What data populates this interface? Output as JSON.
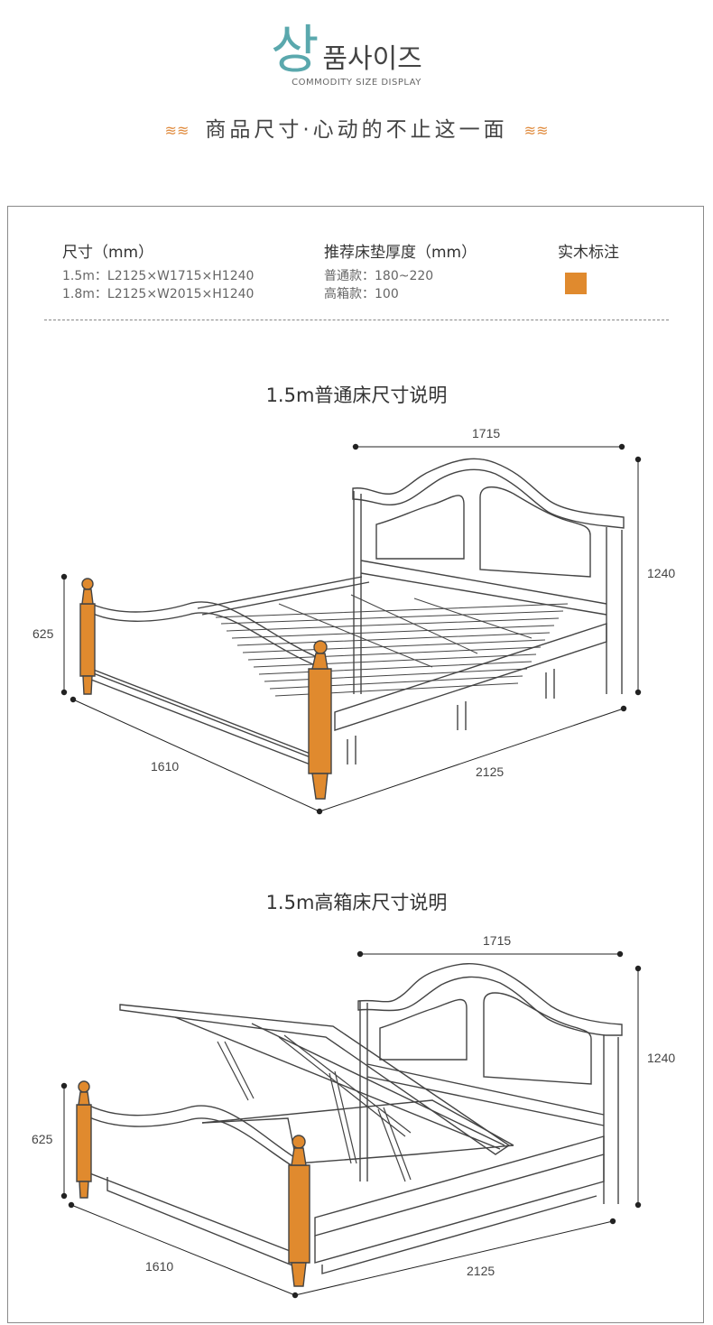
{
  "header": {
    "korean_big": "상",
    "korean_rest": "품사이즈",
    "subtitle": "COMMODITY SIZE DISPLAY",
    "tagline": "商品尺寸·心动的不止这一面"
  },
  "specs": {
    "size": {
      "title": "尺寸（mm）",
      "lines": [
        "1.5m：L2125×W1715×H1240",
        "1.8m：L2125×W2015×H1240"
      ]
    },
    "mattress": {
      "title": "推荐床垫厚度（mm）",
      "lines": [
        "普通款：180~220",
        "高箱款：100"
      ]
    },
    "wood": {
      "title": "实木标注",
      "color": "#e08a2e"
    }
  },
  "diagram1": {
    "title": "1.5m普通床尺寸说明",
    "dims": {
      "width": "1715",
      "height": "1240",
      "foot_height": "625",
      "depth": "1610",
      "length": "2125"
    }
  },
  "diagram2": {
    "title": "1.5m高箱床尺寸说明",
    "dims": {
      "width": "1715",
      "height": "1240",
      "foot_height": "625",
      "depth": "1610",
      "length": "2125"
    }
  }
}
